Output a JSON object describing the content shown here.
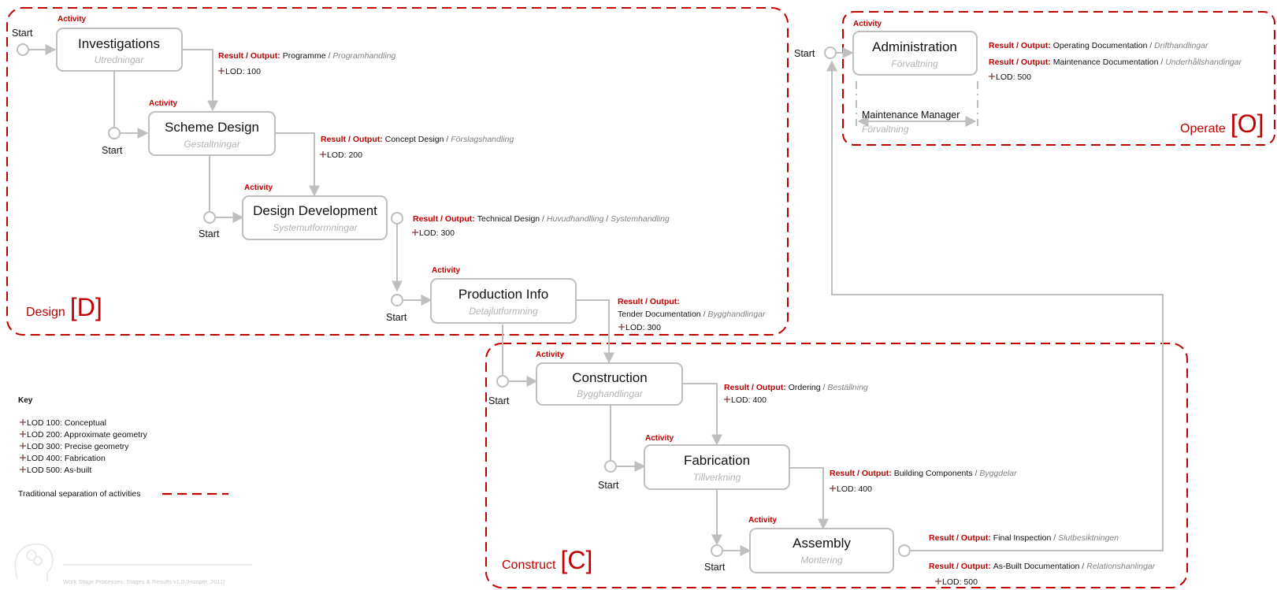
{
  "activity_label": "Activity",
  "start_label": "Start",
  "result_label": "Result / Output:",
  "lod_prefix": "LOD: ",
  "zones": {
    "design": {
      "name": "Design",
      "letter": "D",
      "bracket_open": "[",
      "bracket_close": "]"
    },
    "construct": {
      "name": "Construct",
      "letter": "C",
      "bracket_open": "[",
      "bracket_close": "]"
    },
    "operate": {
      "name": "Operate",
      "letter": "O",
      "bracket_open": "[",
      "bracket_close": "]"
    }
  },
  "activities": {
    "investigations": {
      "title": "Investigations",
      "subtitle": "Utredningar",
      "result": "Programme",
      "sep": " / ",
      "result_alt": "Programhandling",
      "lod": "100"
    },
    "scheme_design": {
      "title": "Scheme Design",
      "subtitle": "Gestaltningar",
      "result": "Concept Design",
      "sep": " / ",
      "result_alt": "Förslagshandling",
      "lod": "200"
    },
    "design_development": {
      "title": "Design Development",
      "subtitle": "Systemutformningar",
      "result": "Technical Design",
      "sep": " / ",
      "result_alt": "Huvudhandlling",
      "sep2": " / ",
      "result_alt2": "Systemhandling",
      "lod": "300"
    },
    "production_info": {
      "title": "Production Info",
      "subtitle": "Detajlutformning",
      "result": "Tender Documentation",
      "sep": " / ",
      "result_alt": "Bygghandlingar",
      "lod": "300"
    },
    "construction": {
      "title": "Construction",
      "subtitle": "Bygghandlingar",
      "result": "Ordering",
      "sep": " / ",
      "result_alt": "Beställning",
      "lod": "400"
    },
    "fabrication": {
      "title": "Fabrication",
      "subtitle": "Tillverkning",
      "result": "Building Components",
      "sep": " / ",
      "result_alt": "Byggdelar",
      "lod": "400"
    },
    "assembly": {
      "title": "Assembly",
      "subtitle": "Montering",
      "result": "Final Inspection",
      "sep": "  / ",
      "result_alt": "Slutbesiktningen",
      "result2": "As-Built Documentation",
      "sep2": " / ",
      "result2_alt": "Relationshanlingar",
      "lod": "500"
    },
    "administration": {
      "title": "Administration",
      "subtitle": "Förvaltning",
      "result": "Operating Documentation",
      "sep": " / ",
      "result_alt": "Drifthandlingar",
      "result2": "Maintenance Documentation",
      "sep2": " / ",
      "result2_alt": "Underhållshandingar",
      "lod": "500"
    }
  },
  "maintenance_manager": {
    "title": "Maintenance Manager",
    "subtitle": "Förvaltning"
  },
  "key": {
    "heading": "Key",
    "items": [
      "LOD 100: Conceptual",
      "LOD 200: Approximate geometry",
      "LOD 300: Precise geometry",
      "LOD 400: Fabrication",
      "LOD 500: As-built"
    ],
    "separation_label": "Traditional separation of activities"
  },
  "footer": "Work Stage Processes: Stages & Results v1.0 (Hooper, 2011)",
  "colors": {
    "accent": "#c00000",
    "box_stroke": "#bfbfbf",
    "connector": "#bfbfbf",
    "lod_marker": "#7f4040"
  }
}
